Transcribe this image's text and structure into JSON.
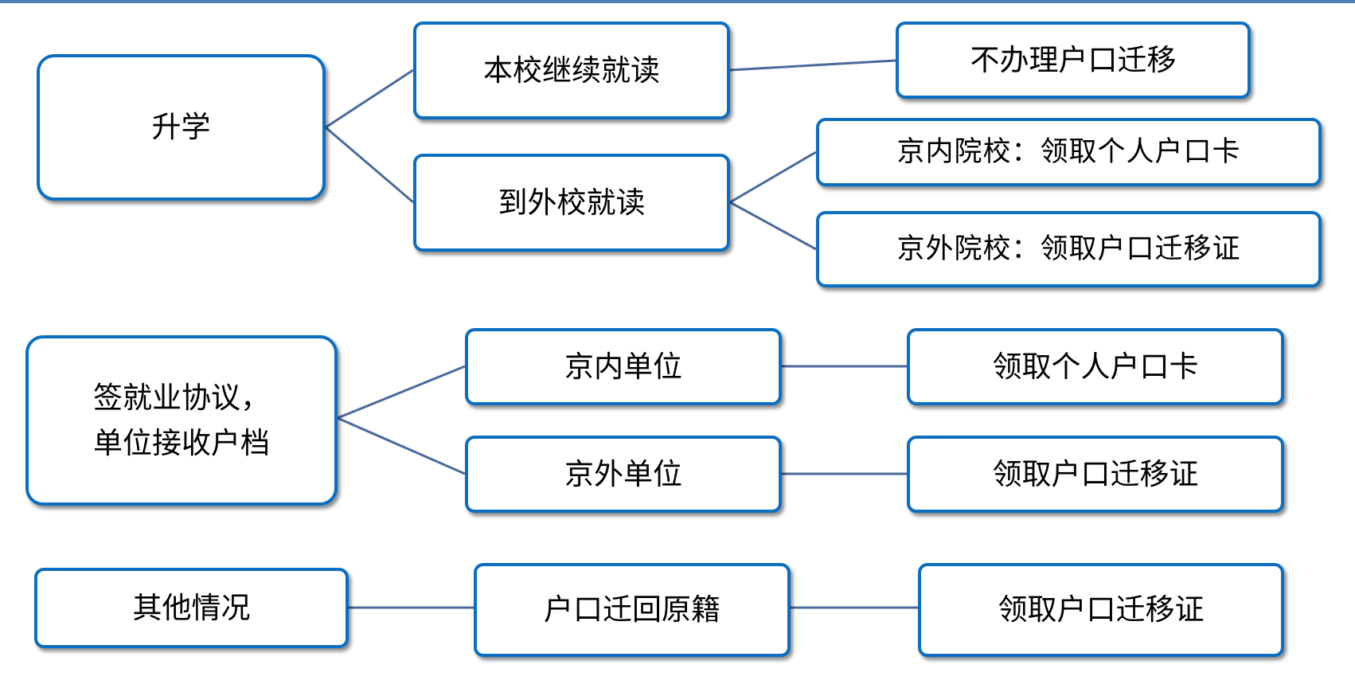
{
  "colors": {
    "box_border": "#0c6ec1",
    "connector": "#4a6a9c",
    "top_rule": "#4f81bd"
  },
  "sections": {
    "further_study": {
      "root": "升学",
      "stay_school": "本校继续就读",
      "stay_school_result": "不办理户口迁移",
      "other_school": "到外校就读",
      "beijing_school_result": "京内院校：领取个人户口卡",
      "outside_school_result": "京外院校：领取户口迁移证"
    },
    "employment": {
      "root_line1": "签就业协议，",
      "root_line2": "单位接收户档",
      "beijing_unit": "京内单位",
      "beijing_unit_result": "领取个人户口卡",
      "outside_unit": "京外单位",
      "outside_unit_result": "领取户口迁移证"
    },
    "other": {
      "root": "其他情况",
      "return_home": "户口迁回原籍",
      "return_home_result": "领取户口迁移证"
    }
  }
}
